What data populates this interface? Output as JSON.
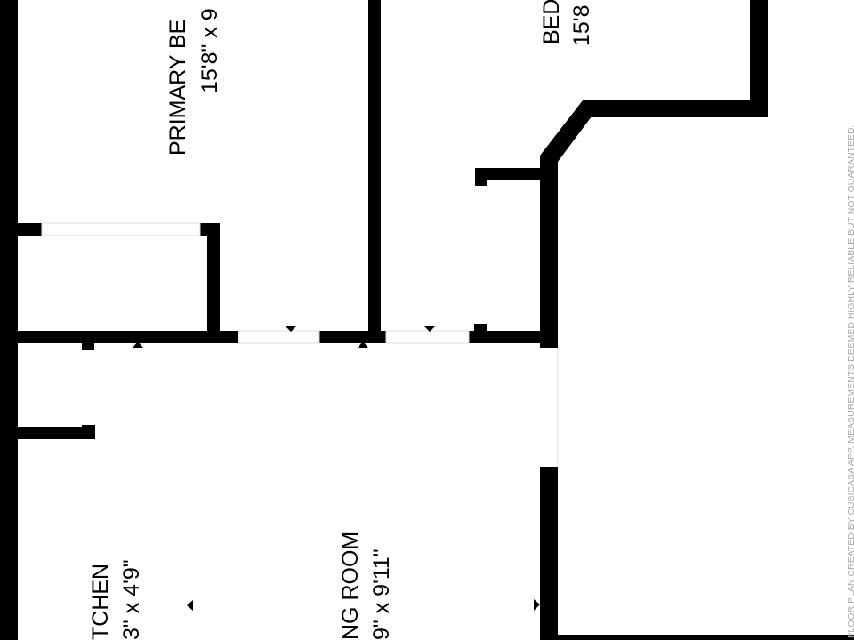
{
  "colors": {
    "wall": "#000000",
    "background": "#ffffff",
    "opening": "#dddddd",
    "disclaimer": "#aaaaaa"
  },
  "rooms": {
    "primary_bedroom": {
      "name": "PRIMARY BE",
      "dims": "15'8\" x 9"
    },
    "bedroom": {
      "name": "BED",
      "dims": "15'8"
    },
    "living_room": {
      "name": "NG ROOM",
      "dims": "9\" x 9'11\""
    },
    "kitchen": {
      "name": "TCHEN",
      "dims": "3\" x 4'9\""
    }
  },
  "disclaimer": "FLOOR PLAN CREATED BY CUBICASA APP. MEASUREMENTS DEEMED HIGHLY RELIABLE BUT NOT GUARANTEED."
}
